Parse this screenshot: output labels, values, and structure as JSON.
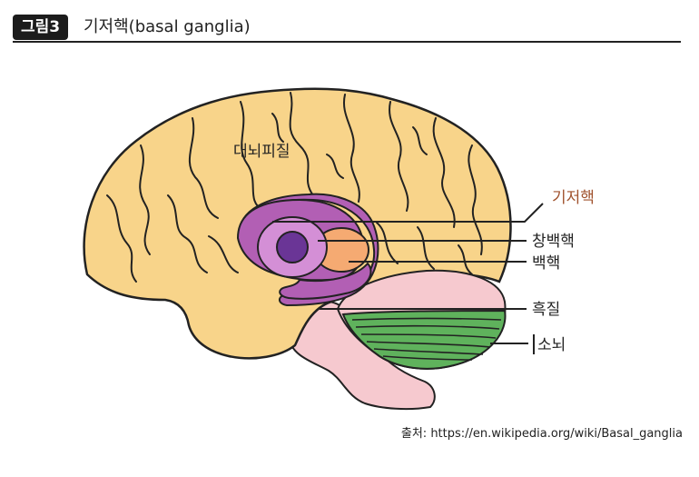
{
  "figure": {
    "number": "그림3",
    "title": "기저핵(basal ganglia)"
  },
  "labels": {
    "cortex": "대뇌피질",
    "basal_ganglia": "기저핵",
    "caudate": "창백핵",
    "putamen": "백핵",
    "substantia_nigra": "흑질",
    "cerebellum": "소뇌"
  },
  "source": "출처: https://en.wikipedia.org/wiki/Basal_ganglia",
  "colors": {
    "brain": "#f8d48a",
    "basal_ganglia_label": "#a0522d",
    "caudate": "#b25fb4",
    "inner": "#6a3596",
    "putamen": "#f5aa72",
    "brainstem": "#f6c9cf",
    "cerebellum": "#5fb25c"
  }
}
